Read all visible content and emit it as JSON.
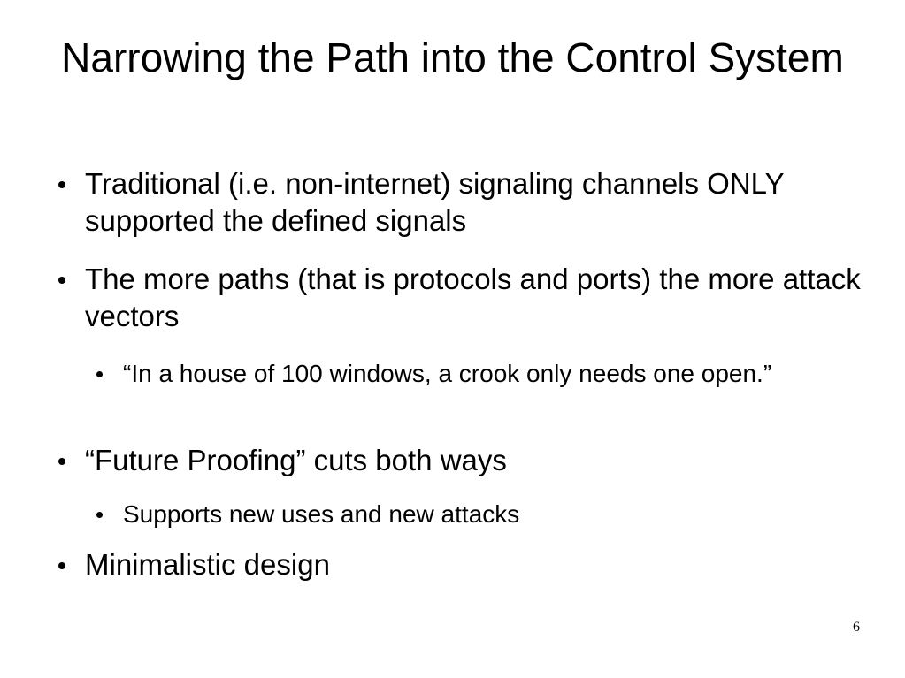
{
  "slide": {
    "title": "Narrowing the Path into the Control System",
    "bullets": [
      {
        "level": 1,
        "text": "Traditional (i.e. non-internet) signaling channels ONLY supported the defined signals"
      },
      {
        "level": 1,
        "text": "The more paths (that is protocols and ports) the more attack vectors"
      },
      {
        "level": 2,
        "text": "“In a house of 100 windows, a crook only needs one open.”"
      },
      {
        "level": 1,
        "text": "“Future Proofing” cuts both ways"
      },
      {
        "level": 2,
        "text": "Supports new uses and new attacks"
      },
      {
        "level": 1,
        "text": "Minimalistic design"
      }
    ],
    "page_number": "6"
  }
}
